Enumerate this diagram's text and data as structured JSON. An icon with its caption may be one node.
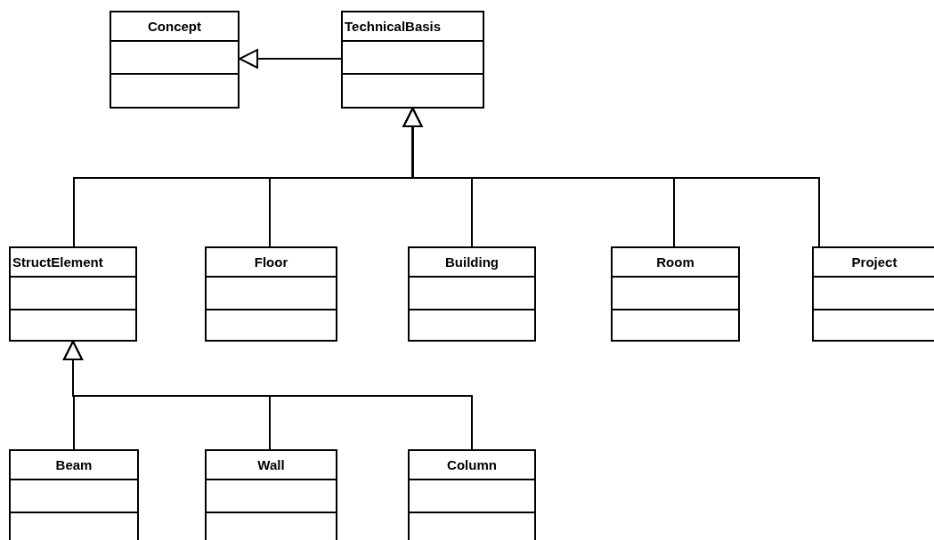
{
  "diagram": {
    "nodes": [
      {
        "text": [
          "Concept"
        ]
      },
      {
        "text": [
          "TechnicalBasis"
        ]
      },
      {
        "text": [
          "StructElement"
        ]
      },
      {
        "text": [
          "Floor"
        ]
      },
      {
        "text": [
          "Building"
        ]
      },
      {
        "text": [
          "Room"
        ]
      },
      {
        "text": [
          "Project"
        ]
      },
      {
        "text": [
          "Beam"
        ]
      },
      {
        "text": [
          "Wall"
        ]
      },
      {
        "text": [
          "Column"
        ]
      }
    ],
    "edges": [
      {
        "from": 1,
        "to": 0,
        "arrow": "to"
      },
      {
        "from": 2,
        "to": 1,
        "arrow": "to"
      },
      {
        "from": 3,
        "to": 1,
        "arrow": "to"
      },
      {
        "from": 4,
        "to": 1,
        "arrow": "to"
      },
      {
        "from": 5,
        "to": 1,
        "arrow": "to"
      },
      {
        "from": 6,
        "to": 1,
        "arrow": "to"
      },
      {
        "from": 7,
        "to": 2,
        "arrow": "to"
      },
      {
        "from": 8,
        "to": 2,
        "arrow": "to"
      },
      {
        "from": 9,
        "to": 2,
        "arrow": "to"
      }
    ]
  }
}
